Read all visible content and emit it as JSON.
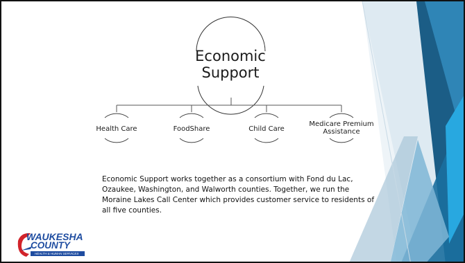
{
  "org_chart": {
    "root": {
      "title": "Economic Support"
    },
    "children": [
      {
        "label": "Health Care"
      },
      {
        "label": "FoodShare"
      },
      {
        "label": "Child Care"
      },
      {
        "label": "Medicare Premium Assistance"
      }
    ]
  },
  "description": "Economic Support works together as a consortium with Fond du Lac, Ozaukee, Washington, and Walworth counties. Together, we run the Moraine Lakes Call Center which provides customer service to residents of all five counties.",
  "logo": {
    "line1": "WAUKESHA",
    "line2": "COUNTY",
    "tagline": "HEALTH & HUMAN SERVICES"
  },
  "colors": {
    "accent_dark": "#1b5d86",
    "accent_mid": "#2f85b6",
    "accent_light": "#7fb6d6",
    "accent_bright": "#28a8e0",
    "logo_blue": "#1e4ca0",
    "logo_red": "#d2232a"
  }
}
